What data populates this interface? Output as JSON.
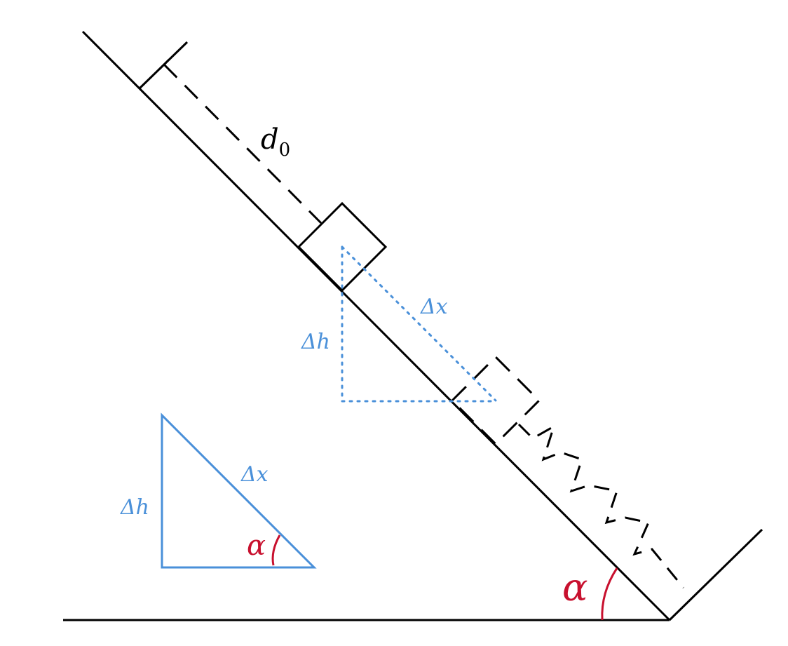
{
  "labels": {
    "d0": "d",
    "d0_sub": "0",
    "delta_x_main": "Δx",
    "delta_h_main": "Δh",
    "delta_x_small": "Δx",
    "delta_h_small": "Δh",
    "alpha_small": "α",
    "alpha_main": "α"
  },
  "colors": {
    "ink": "#000000",
    "blue": "#4a90d9",
    "red": "#c8102e"
  }
}
